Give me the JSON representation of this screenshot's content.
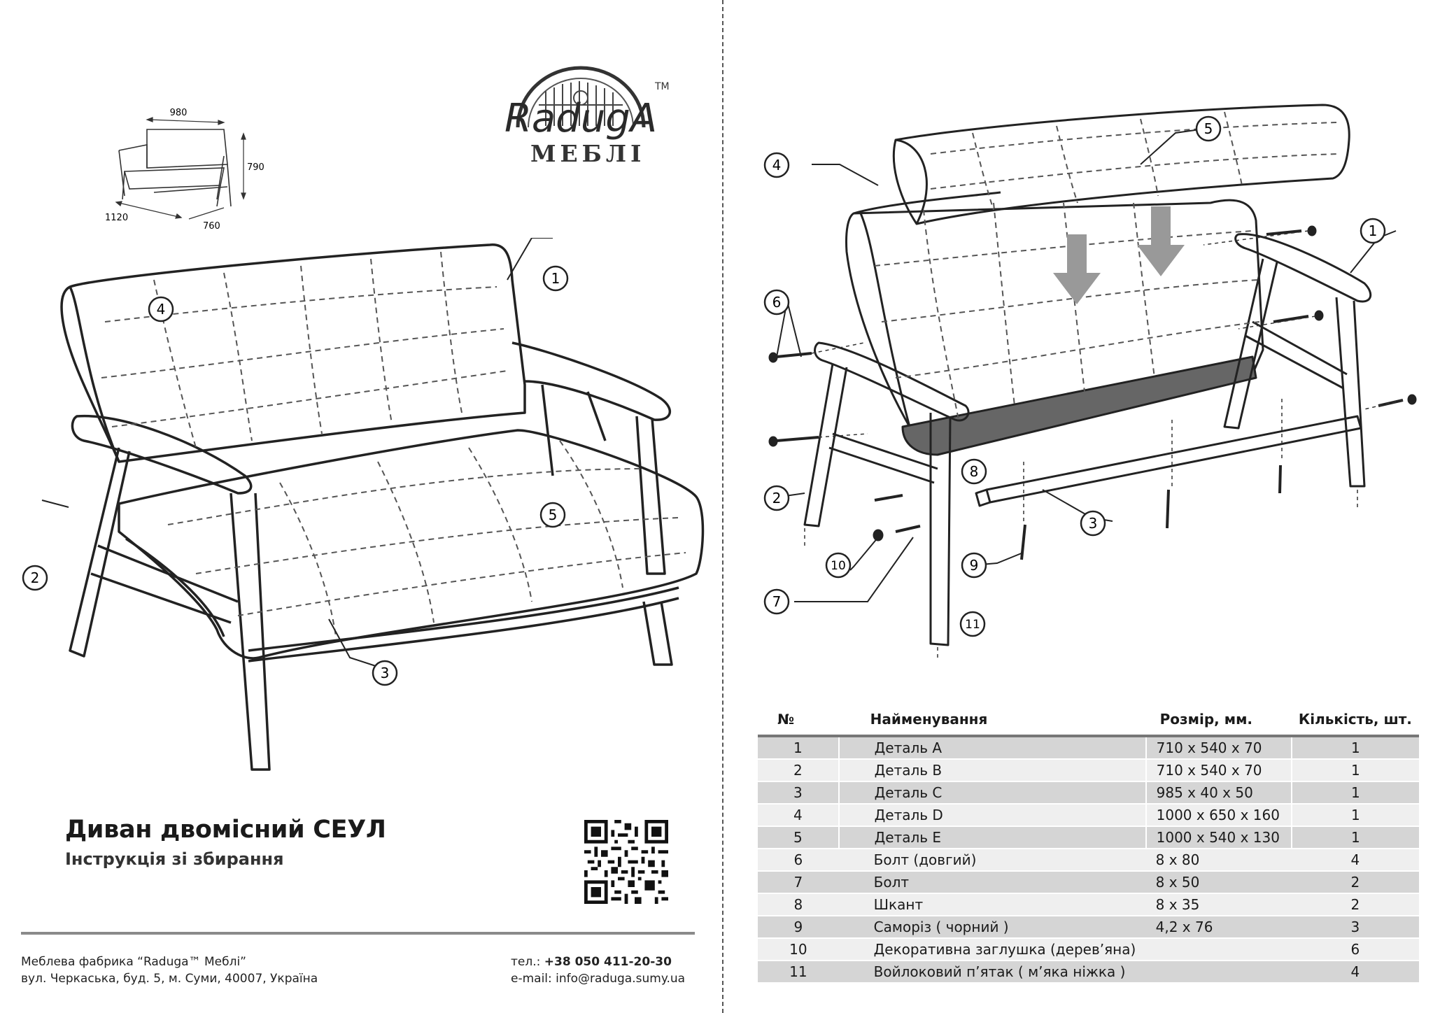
{
  "brand": {
    "logo_text": "RadugA",
    "tm": "TM",
    "sub": "МЕБЛІ"
  },
  "product": {
    "title": "Диван двомісний СЕУЛ",
    "subtitle": "Інструкція зі збирання"
  },
  "dimensions": {
    "width": "980",
    "height": "790",
    "length": "1120",
    "depth": "760"
  },
  "left_callouts": [
    "1",
    "2",
    "3",
    "4",
    "5"
  ],
  "right_callouts": [
    "1",
    "2",
    "3",
    "4",
    "5",
    "6",
    "7",
    "8",
    "9",
    "10",
    "11"
  ],
  "footer": {
    "company": "Меблева фабрика “Raduga™ Меблі”",
    "address": "вул. Черкаська, буд. 5, м. Суми, 40007, Україна",
    "phone_label": "тел.:",
    "phone": "+38 050 411-20-30",
    "email_label": "e-mail:",
    "email": "info@raduga.sumy.ua"
  },
  "table": {
    "headers": [
      "№",
      "Найменування",
      "Розмір, мм.",
      "Кількість, шт."
    ],
    "rows": [
      {
        "no": "1",
        "name": "Деталь А",
        "size": "710 x 540 x 70",
        "qty": "1"
      },
      {
        "no": "2",
        "name": "Деталь В",
        "size": "710 x 540 x 70",
        "qty": "1"
      },
      {
        "no": "3",
        "name": "Деталь С",
        "size": "985 x 40 x 50",
        "qty": "1"
      },
      {
        "no": "4",
        "name": "Деталь D",
        "size": "1000 x 650 x 160",
        "qty": "1"
      },
      {
        "no": "5",
        "name": "Деталь Е",
        "size": "1000 x 540 x 130",
        "qty": "1"
      },
      {
        "no": "6",
        "name": "Болт (довгий)",
        "size": "8 x 80",
        "qty": "4"
      },
      {
        "no": "7",
        "name": "Болт",
        "size": "8 x 50",
        "qty": "2"
      },
      {
        "no": "8",
        "name": "Шкант",
        "size": "8 x 35",
        "qty": "2"
      },
      {
        "no": "9",
        "name": "Саморіз ( чорний )",
        "size": "4,2 x 76",
        "qty": "3"
      },
      {
        "no": "10",
        "name": "Декоративна заглушка (дерев’яна)",
        "size": "",
        "qty": "6"
      },
      {
        "no": "11",
        "name": "Войлоковий п’ятак ( м’яка ніжка )",
        "size": "",
        "qty": "4"
      }
    ]
  }
}
